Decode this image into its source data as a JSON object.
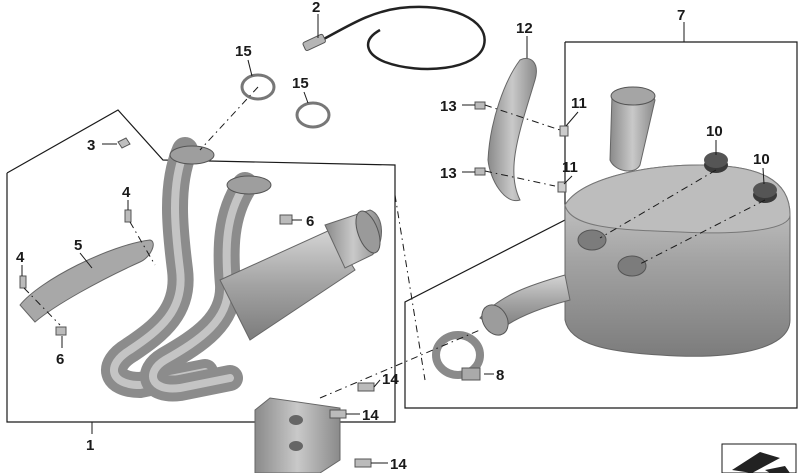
{
  "diagram": {
    "callouts": {
      "c1": "1",
      "c2": "2",
      "c3": "3",
      "c4a": "4",
      "c4b": "4",
      "c5": "5",
      "c6a": "6",
      "c6b": "6",
      "c7": "7",
      "c8": "8",
      "c10a": "10",
      "c10b": "10",
      "c11a": "11",
      "c11b": "11",
      "c12": "12",
      "c13a": "13",
      "c13b": "13",
      "c14a": "14",
      "c14b": "14",
      "c14c": "14",
      "c15a": "15",
      "c15b": "15"
    },
    "colors": {
      "part_fill": "#9a9a9a",
      "part_light": "#c6c6c6",
      "part_dark": "#6e6e6e",
      "line": "#1a1a1a"
    },
    "icons": [
      "pictogram-icon"
    ]
  }
}
